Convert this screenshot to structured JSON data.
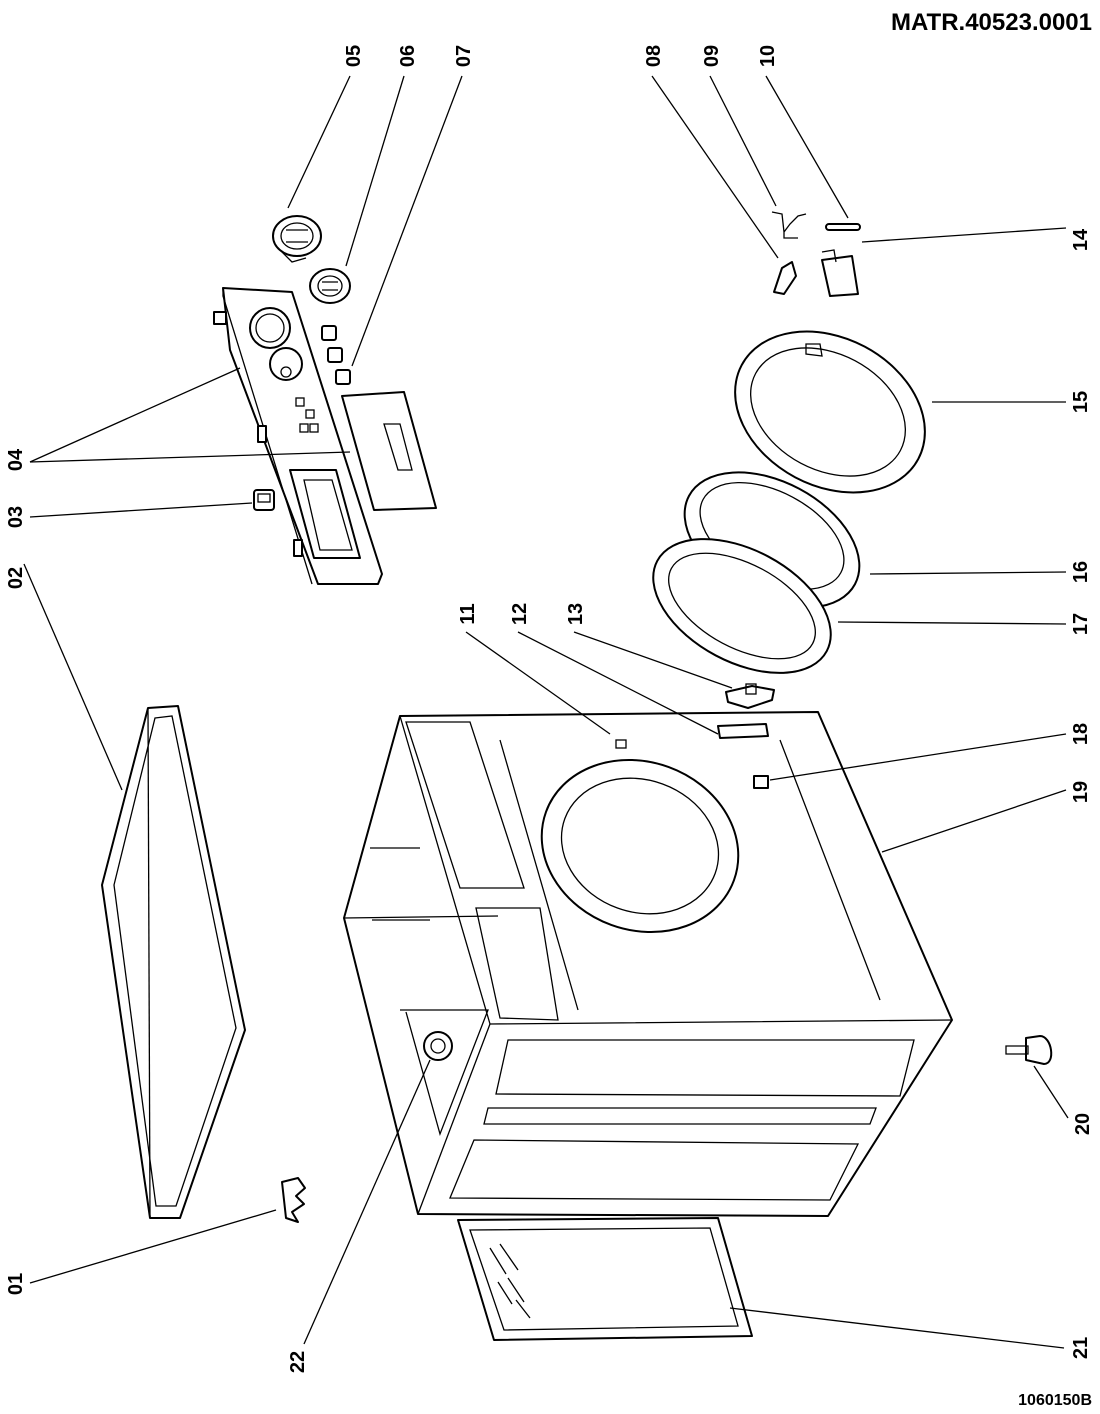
{
  "header": {
    "ref_code": "MATR.40523.0001"
  },
  "footer": {
    "drawing_number": "1060150B"
  },
  "part_labels": {
    "p01": "01",
    "p02": "02",
    "p03": "03",
    "p04": "04",
    "p05": "05",
    "p06": "06",
    "p07": "07",
    "p08": "08",
    "p09": "09",
    "p10": "10",
    "p11": "11",
    "p12": "12",
    "p13": "13",
    "p14": "14",
    "p15": "15",
    "p16": "16",
    "p17": "17",
    "p18": "18",
    "p19": "19",
    "p20": "20",
    "p21": "21",
    "p22": "22"
  }
}
